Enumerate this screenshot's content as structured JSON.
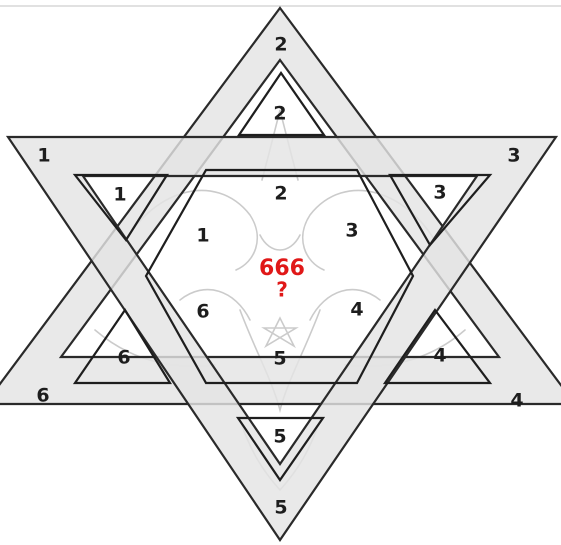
{
  "diagram": {
    "center_number": "666",
    "center_mark": "?",
    "colors": {
      "outline": "#2a2a2a",
      "band_fill": "#e4e4e4",
      "center_text": "#e01818",
      "number_text": "#1d1d1d"
    },
    "outer_tips": {
      "top": "2",
      "upper_left": "1",
      "upper_right": "3",
      "lower_left": "6",
      "lower_right": "4",
      "bottom": "5"
    },
    "tip_triangles": {
      "top": "2",
      "upper_left": "1",
      "upper_right": "3",
      "lower_left": "6",
      "lower_right": "4",
      "bottom": "5"
    },
    "hexagon": {
      "top": "2",
      "upper_left": "1",
      "upper_right": "3",
      "lower_left": "6",
      "lower_right": "4",
      "bottom": "5"
    }
  }
}
